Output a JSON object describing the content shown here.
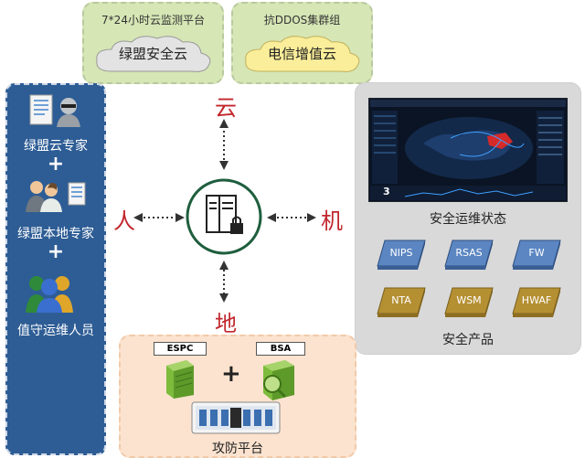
{
  "top_boxes": [
    {
      "caption": "7*24小时云监测平台",
      "cloud_label": "绿盟安全云"
    },
    {
      "caption": "抗DDOS集群组",
      "cloud_label": "电信增值云"
    }
  ],
  "directions": {
    "top": "云",
    "left": "人",
    "right": "机",
    "bottom": "地"
  },
  "left_panel": {
    "items": [
      "绿盟云专家",
      "绿盟本地专家",
      "值守运维人员"
    ],
    "plus": "+"
  },
  "right_panel": {
    "status_label": "安全运维状态",
    "dashboard_number": "3",
    "products": [
      "NIPS",
      "RSAS",
      "FW",
      "NTA",
      "WSM",
      "HWAF"
    ],
    "products_label": "安全产品"
  },
  "bottom_panel": {
    "left_header": "ESPC",
    "right_header": "BSA",
    "plus": "+",
    "label": "攻防平台"
  },
  "colors": {
    "top_box_bg": "#d6e6b5",
    "left_panel_bg": "#2e5d95",
    "right_panel_bg": "#d9d9d9",
    "bottom_panel_bg": "#fbe3cf",
    "direction_char": "#c1272d",
    "center_ring": "#1f5e3e",
    "tile_blue": "#5b86c2",
    "tile_gold": "#b59033"
  }
}
